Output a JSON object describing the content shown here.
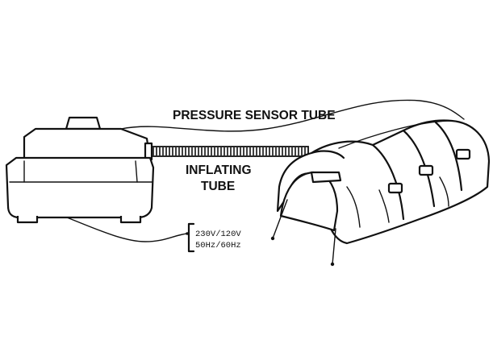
{
  "labels": {
    "pressure_sensor_tube": "PRESSURE SENSOR TUBE",
    "inflating_line1": "INFLATING",
    "inflating_line2": "TUBE",
    "power_voltage": "230V/120V",
    "power_frequency": "50Hz/60Hz"
  }
}
